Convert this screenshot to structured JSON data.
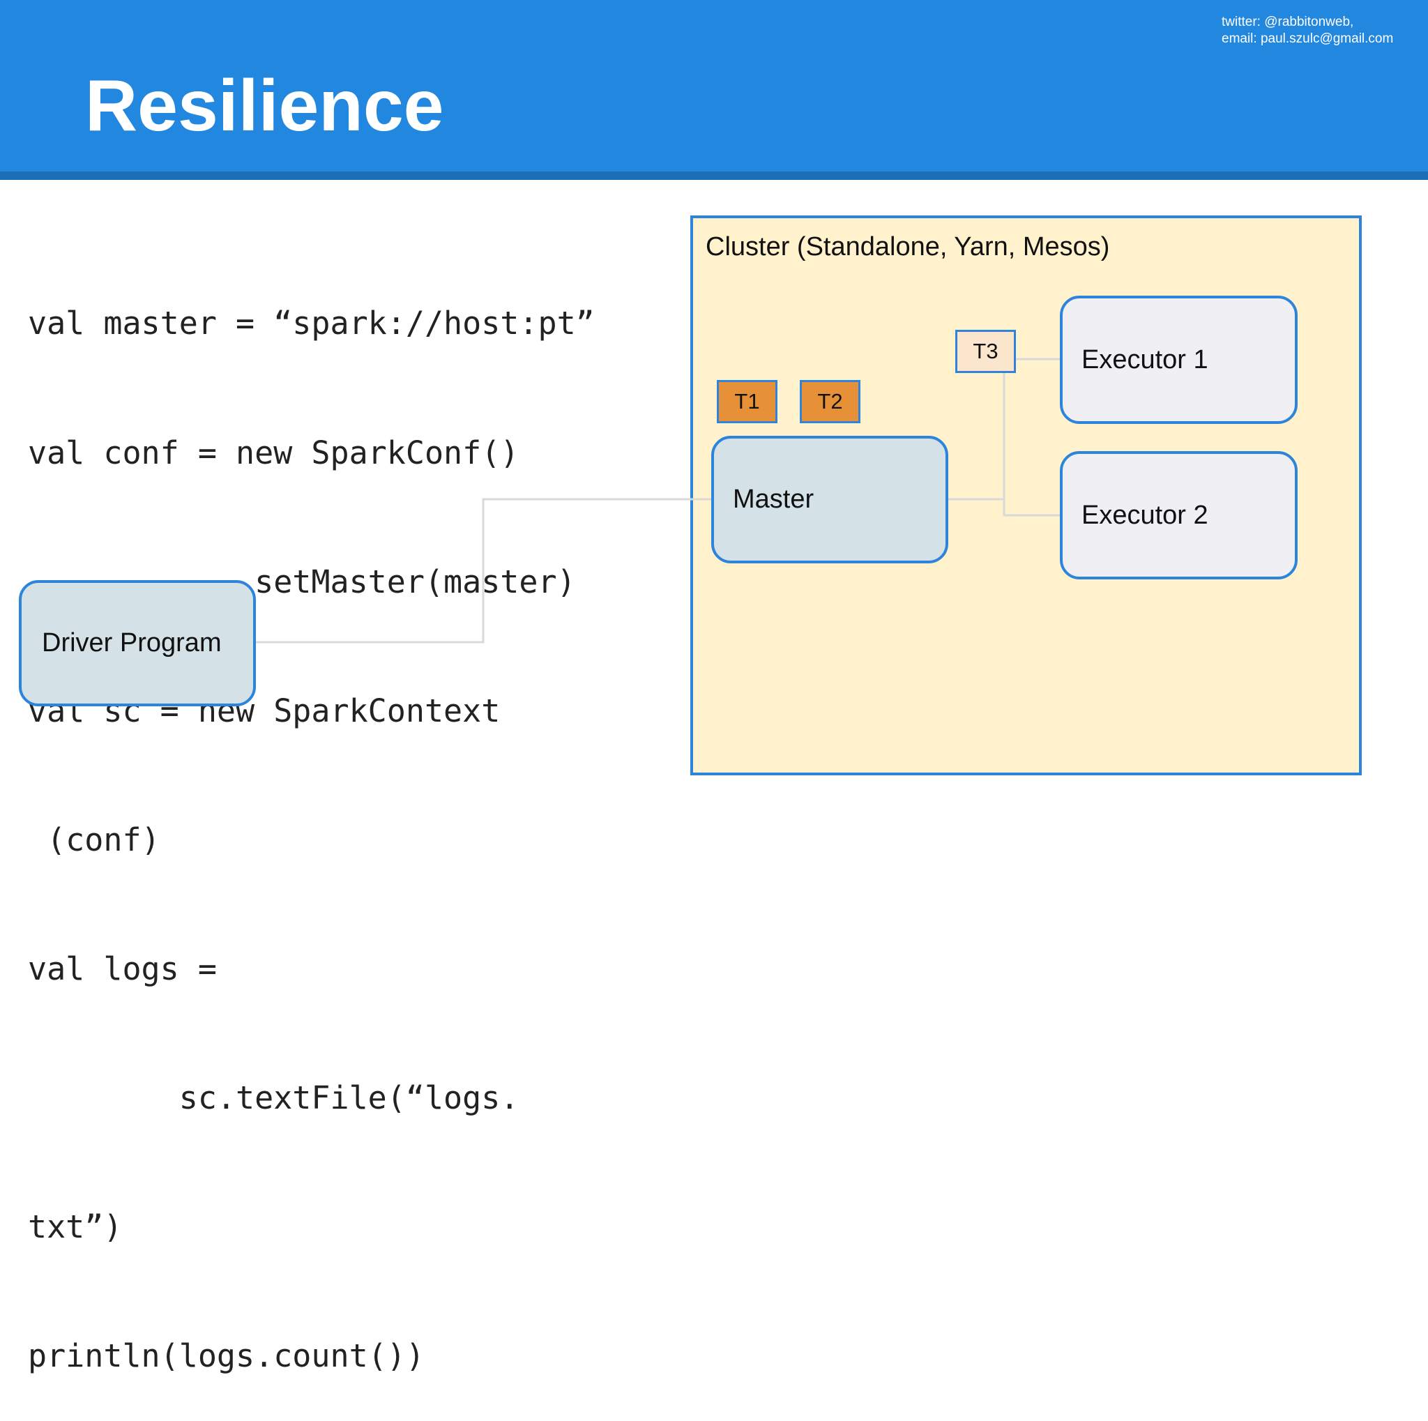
{
  "slide": {
    "title": "Resilience",
    "contact": {
      "twitter": "twitter: @rabbitonweb,",
      "email": "email: paul.szulc@gmail.com"
    }
  },
  "code": {
    "lines": [
      "val master = “spark://host:pt”",
      "val conf = new SparkConf()",
      "           .setMaster(master)",
      "val sc = new SparkContext",
      " (conf)",
      "val logs =",
      "        sc.textFile(“logs.",
      "txt”)",
      "println(logs.count())"
    ]
  },
  "diagram": {
    "driver_label": "Driver Program",
    "cluster_label": "Cluster (Standalone, Yarn, Mesos)",
    "master_label": "Master",
    "executors": [
      "Executor 1",
      "Executor 2"
    ],
    "tasks": [
      "T1",
      "T2",
      "T3"
    ],
    "colors": {
      "header": "#2287df",
      "node_border": "#2d85db",
      "driver_master_fill": "#d4e1e7",
      "executor_fill": "#efeff4",
      "cluster_fill": "#fff2cc",
      "task_assigned_fill": "#e69138",
      "task_pending_fill": "#fce5cd",
      "connector": "#d9d9d9"
    }
  }
}
